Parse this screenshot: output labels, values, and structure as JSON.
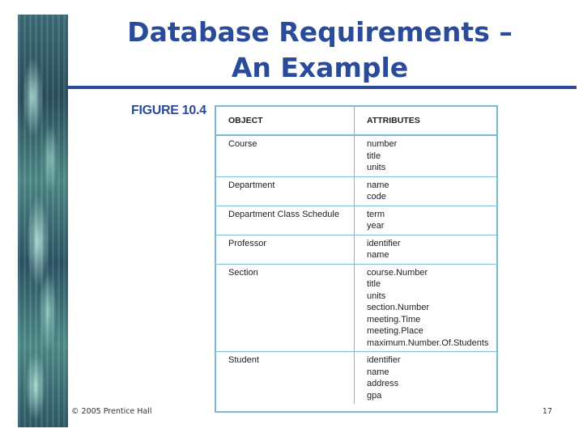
{
  "slide": {
    "title_line1": "Database Requirements –",
    "title_line2": "An Example",
    "figure_label": "FIGURE 10.4",
    "footer_copyright": "© 2005 Prentice Hall",
    "page_number": "17",
    "accent_color": "#2a4a9a",
    "table_border_color": "#7ab8d8"
  },
  "table": {
    "headers": [
      "OBJECT",
      "ATTRIBUTES"
    ],
    "rows": [
      {
        "object": "Course",
        "attributes": [
          "number",
          "title",
          "units"
        ]
      },
      {
        "object": "Department",
        "attributes": [
          "name",
          "code"
        ]
      },
      {
        "object": "Department Class Schedule",
        "attributes": [
          "term",
          "year"
        ]
      },
      {
        "object": "Professor",
        "attributes": [
          "identifier",
          "name"
        ]
      },
      {
        "object": "Section",
        "attributes": [
          "course.Number",
          "title",
          "units",
          "section.Number",
          "meeting.Time",
          "meeting.Place",
          "maximum.Number.Of.Students"
        ]
      },
      {
        "object": "Student",
        "attributes": [
          "identifier",
          "name",
          "address",
          "gpa"
        ]
      }
    ]
  }
}
